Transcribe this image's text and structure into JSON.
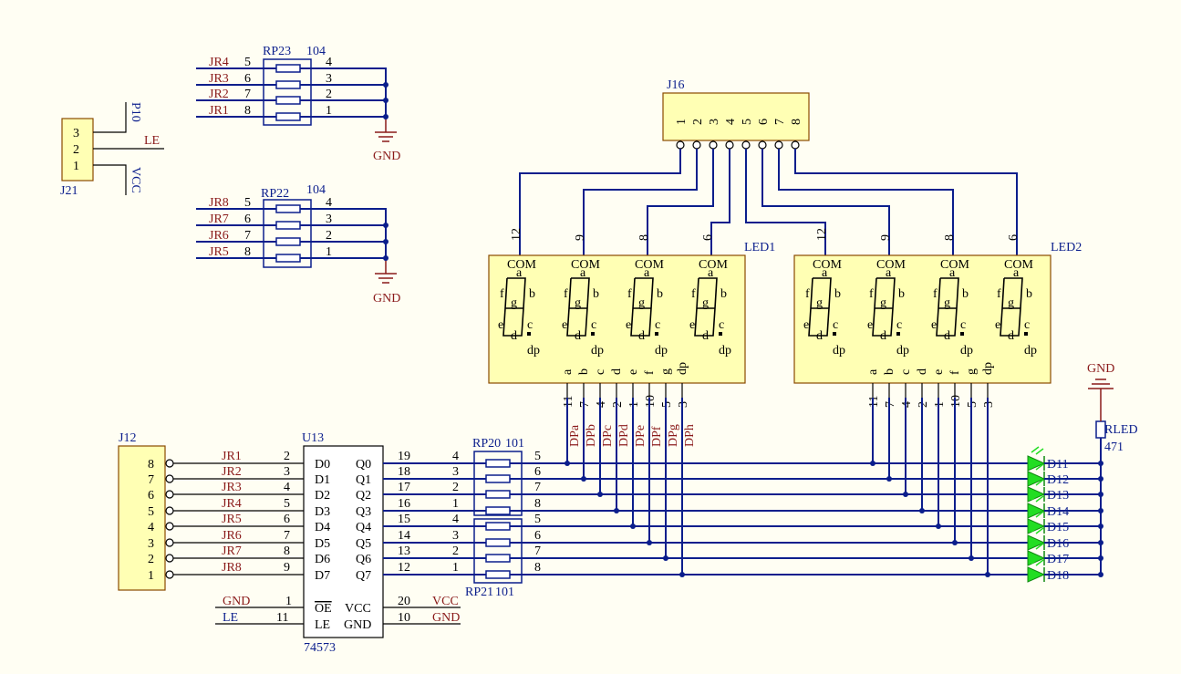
{
  "jr_labels": [
    "JR1",
    "JR2",
    "JR3",
    "JR4",
    "JR5",
    "JR6",
    "JR7",
    "JR8"
  ],
  "rp23": {
    "ref": "RP23",
    "val": "104",
    "left_pins": [
      "5",
      "6",
      "7",
      "8"
    ],
    "right_pins": [
      "4",
      "3",
      "2",
      "1"
    ],
    "nets": [
      "JR4",
      "JR3",
      "JR2",
      "JR1"
    ]
  },
  "rp22": {
    "ref": "RP22",
    "val": "104",
    "left_pins": [
      "5",
      "6",
      "7",
      "8"
    ],
    "right_pins": [
      "4",
      "3",
      "2",
      "1"
    ],
    "nets": [
      "JR8",
      "JR7",
      "JR6",
      "JR5"
    ]
  },
  "gnd": "GND",
  "vcc": "VCC",
  "le": "LE",
  "p10": "P10",
  "j21": {
    "ref": "J21",
    "pins": [
      "3",
      "2",
      "1"
    ]
  },
  "j16": {
    "ref": "J16",
    "pins": [
      "1",
      "2",
      "3",
      "4",
      "5",
      "6",
      "7",
      "8"
    ]
  },
  "led1": {
    "ref": "LED1",
    "com_pins": [
      "12",
      "9",
      "8",
      "6"
    ],
    "seg_pins": [
      "11",
      "7",
      "4",
      "2",
      "1",
      "10",
      "5",
      "3"
    ]
  },
  "led2": {
    "ref": "LED2",
    "com_pins": [
      "12",
      "9",
      "8",
      "6"
    ],
    "seg_pins": [
      "11",
      "7",
      "4",
      "2",
      "1",
      "10",
      "5",
      "3"
    ]
  },
  "digit": {
    "com": "COM",
    "a": "a",
    "b": "b",
    "c": "c",
    "d": "d",
    "e": "e",
    "f": "f",
    "g": "g",
    "dp": "dp"
  },
  "seg_names": [
    "a",
    "b",
    "c",
    "d",
    "e",
    "f",
    "g",
    "dp"
  ],
  "dp_nets": [
    "DPa",
    "DPb",
    "DPc",
    "DPd",
    "DPe",
    "DPf",
    "DPg",
    "DPh"
  ],
  "j12": {
    "ref": "J12",
    "pins": [
      "8",
      "7",
      "6",
      "5",
      "4",
      "3",
      "2",
      "1"
    ]
  },
  "u13": {
    "ref": "U13",
    "part": "74573",
    "left_pins": [
      "2",
      "3",
      "4",
      "5",
      "6",
      "7",
      "8",
      "9"
    ],
    "left_names": [
      "D0",
      "D1",
      "D2",
      "D3",
      "D4",
      "D5",
      "D6",
      "D7"
    ],
    "right_names": [
      "Q0",
      "Q1",
      "Q2",
      "Q3",
      "Q4",
      "Q5",
      "Q6",
      "Q7"
    ],
    "right_pins": [
      "19",
      "18",
      "17",
      "16",
      "15",
      "14",
      "13",
      "12"
    ],
    "oe_pin": "1",
    "oe_name": "OE",
    "le_pin": "11",
    "le_name": "LE",
    "vcc_name": "VCC",
    "vcc_pin": "20",
    "gnd_name": "GND",
    "gnd_pin": "10"
  },
  "rp20": {
    "ref": "RP20",
    "val": "101",
    "left_pins": [
      "4",
      "3",
      "2",
      "1"
    ],
    "right_pins": [
      "5",
      "6",
      "7",
      "8"
    ]
  },
  "rp21": {
    "ref": "RP21",
    "val": "101",
    "left_pins": [
      "4",
      "3",
      "2",
      "1"
    ],
    "right_pins": [
      "5",
      "6",
      "7",
      "8"
    ]
  },
  "diodes": [
    "D11",
    "D12",
    "D13",
    "D14",
    "D15",
    "D16",
    "D17",
    "D18"
  ],
  "rled": {
    "ref": "RLED",
    "val": "471"
  },
  "colors": {
    "wire": "#0B1E8C",
    "net_label": "#8A1A1A",
    "body_fill": "#FFFFB4",
    "led_green": "#22DD22",
    "background": "#FFFEF3"
  }
}
